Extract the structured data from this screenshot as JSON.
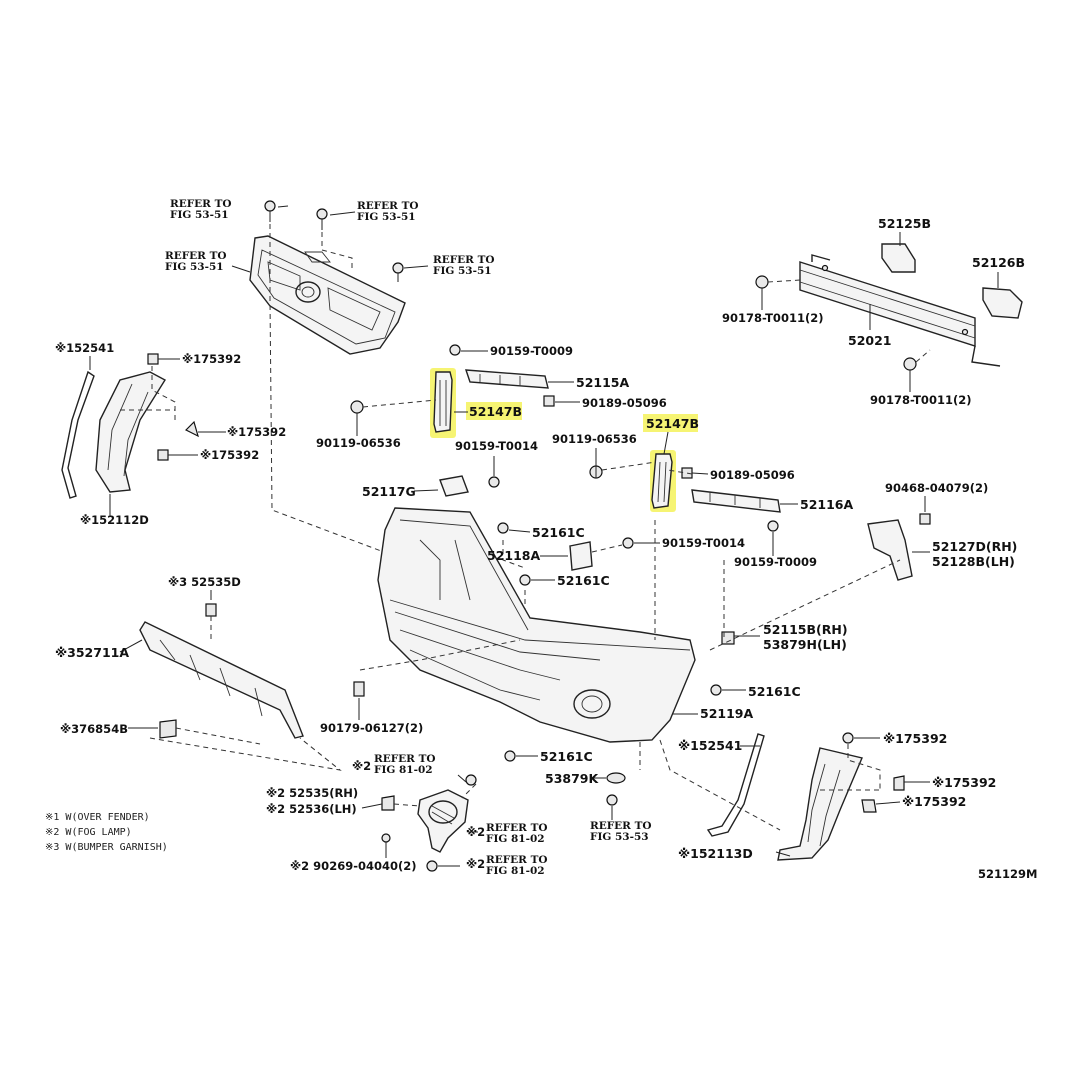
{
  "diagram_id": "521129M",
  "refer_fig_53_51": "REFER TO\nFIG 53-51",
  "refer_fig_81_02": "REFER TO\nFIG 81-02",
  "refer_fig_53_53": "REFER TO\nFIG 53-53",
  "parts": {
    "p52125B": "52125B",
    "p52126B": "52126B",
    "p52021": "52021",
    "p90178a": "90178-T0011(2)",
    "p90178b": "90178-T0011(2)",
    "p152541a": "※152541",
    "p175392a": "※175392",
    "p175392b": "※175392",
    "p175392c": "※175392",
    "p152112D": "※152112D",
    "p90159a": "90159-T0009",
    "p52115A": "52115A",
    "p90189a": "90189-05096",
    "p52147Ba": "52147B",
    "p90119a": "90119-06536",
    "p90159b": "90159-T0014",
    "p52117G": "52117G",
    "p52147Bb": "52147B",
    "p90119b": "90119-06536",
    "p90189b": "90189-05096",
    "p52116A": "52116A",
    "p90468": "90468-04079(2)",
    "p52161Ca": "52161C",
    "p52118A": "52118A",
    "p90159c": "90159-T0014",
    "p90159d": "90159-T0009",
    "p52127D": "52127D(RH)",
    "p52128B": "52128B(LH)",
    "p52161Cb": "52161C",
    "p52535D": "※3 52535D",
    "p352711A": "※352711A",
    "p52115B": "52115B(RH)",
    "p53879H": "53879H(LH)",
    "p52161Cc": "52161C",
    "p52119A": "52119A",
    "p90179": "90179-06127(2)",
    "p376854B": "※376854B",
    "p152541b": "※152541",
    "p52161Cd": "52161C",
    "p175392d": "※175392",
    "p53879K": "53879K",
    "p175392e": "※175392",
    "p175392f": "※175392",
    "p52535": "※2 52535(RH)",
    "p52536": "※2 52536(LH)",
    "p90269": "※2 90269-04040(2)",
    "p152113D": "※152113D",
    "mark2a": "※2",
    "mark2b": "※2",
    "mark2c": "※2"
  },
  "legend": [
    "※1 W(OVER FENDER)",
    "※2 W(FOG LAMP)",
    "※3 W(BUMPER GARNISH)"
  ],
  "highlight_color": "#f4f25a"
}
